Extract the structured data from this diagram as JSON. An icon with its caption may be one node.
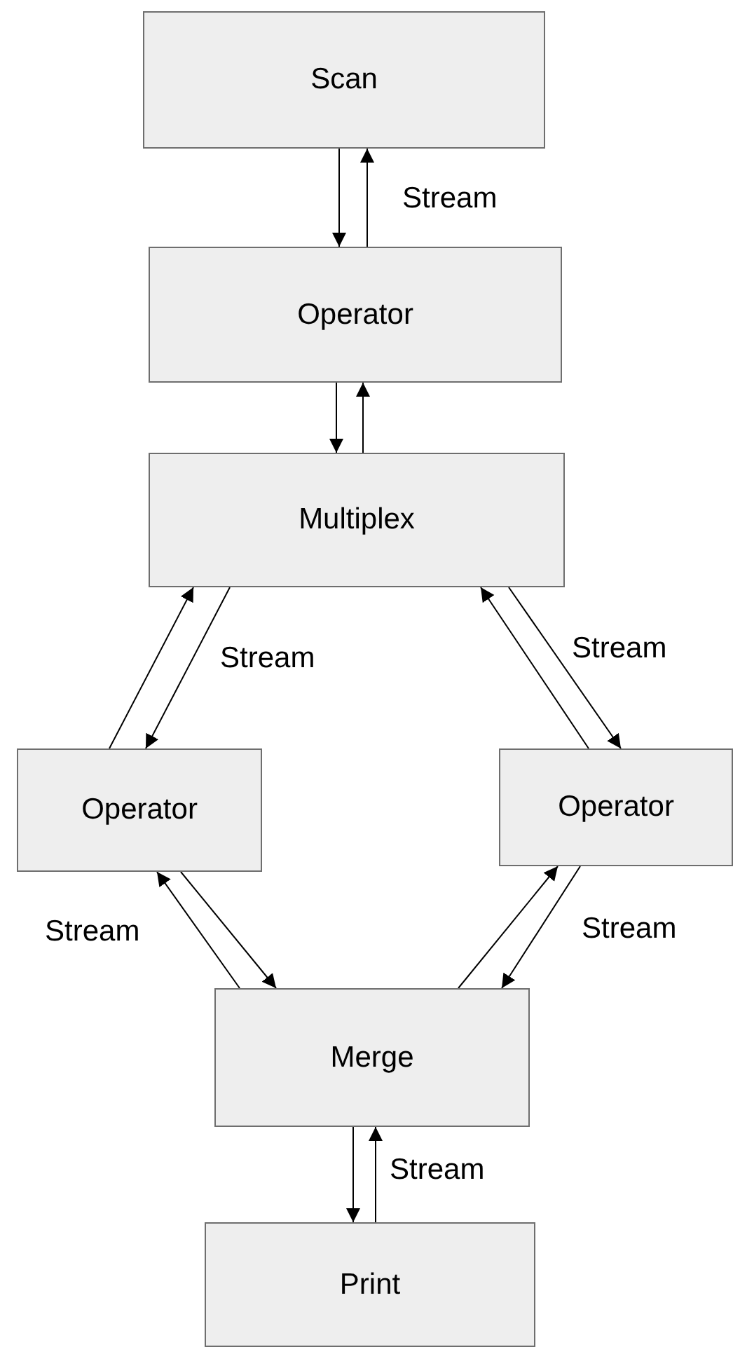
{
  "diagram": {
    "nodes": [
      {
        "text": [
          "Scan"
        ]
      },
      {
        "text": [
          "Operator"
        ]
      },
      {
        "text": [
          "Multiplex"
        ]
      },
      {
        "text": [
          "Operator"
        ]
      },
      {
        "text": [
          "Operator"
        ]
      },
      {
        "text": [
          "Merge"
        ]
      },
      {
        "text": [
          "Print"
        ]
      }
    ],
    "edges": [
      {
        "from": 0,
        "to": 1,
        "arrow": "to"
      },
      {
        "from": 1,
        "to": 0,
        "arrow": "to",
        "label": "Stream"
      },
      {
        "from": 1,
        "to": 2,
        "arrow": "to"
      },
      {
        "from": 2,
        "to": 1,
        "arrow": "to"
      },
      {
        "from": 3,
        "to": 2,
        "arrow": "to"
      },
      {
        "from": 2,
        "to": 3,
        "arrow": "to",
        "label": "Stream"
      },
      {
        "from": 2,
        "to": 4,
        "arrow": "to",
        "label": "Stream"
      },
      {
        "from": 4,
        "to": 2,
        "arrow": "to"
      },
      {
        "from": 5,
        "to": 3,
        "arrow": "to",
        "label": "Stream"
      },
      {
        "from": 3,
        "to": 5,
        "arrow": "to"
      },
      {
        "from": 4,
        "to": 5,
        "arrow": "to",
        "label": "Stream"
      },
      {
        "from": 5,
        "to": 4,
        "arrow": "to"
      },
      {
        "from": 5,
        "to": 6,
        "arrow": "to"
      },
      {
        "from": 6,
        "to": 5,
        "arrow": "to",
        "label": "Stream"
      }
    ]
  }
}
